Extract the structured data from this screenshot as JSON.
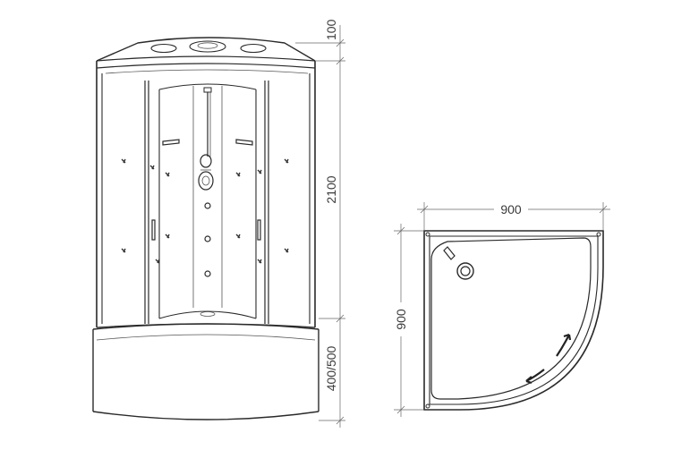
{
  "dimensions": {
    "top_height": "100",
    "total_height": "2100",
    "tray_height": "400/500",
    "width": "900",
    "depth": "900"
  },
  "colors": {
    "line": "#2a2a2a",
    "dimension_line": "#666666",
    "text": "#3a3a3a",
    "background": "#ffffff"
  }
}
